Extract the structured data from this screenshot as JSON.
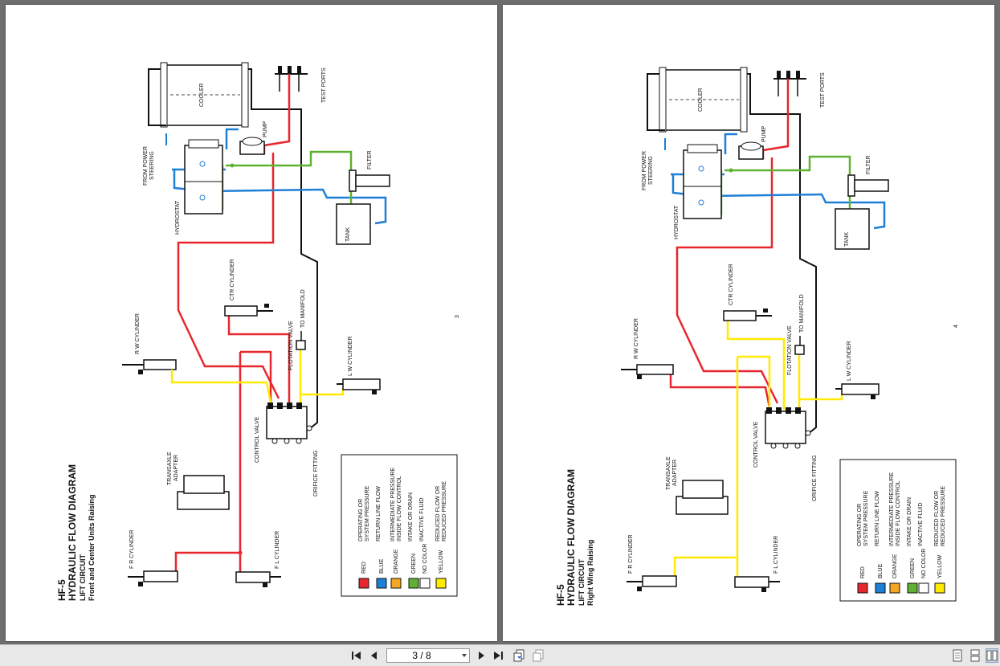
{
  "pages": [
    {
      "number": "3",
      "model": "HF-5",
      "title": "HYDRAULIC FLOW DIAGRAM",
      "circuit": "LIFT CIRCUIT",
      "subtitle": "Front and Center Units Raising"
    },
    {
      "number": "4",
      "model": "HF-5",
      "title": "HYDRAULIC FLOW DIAGRAM",
      "circuit": "LIFT CIRCUIT",
      "subtitle": "Right Wing Raising"
    }
  ],
  "labels": {
    "cooler": "COOLER",
    "test_ports": "TEST PORTS",
    "pump": "PUMP",
    "from_power_steering_1": "FROM POWER",
    "from_power_steering_2": "STEERING",
    "filter": "FILTER",
    "hydrostat": "HYDROSTAT",
    "tank": "TANK",
    "ctr_cylinder": "CTR CYLINDER",
    "rw_cylinder": "R W CYLINDER",
    "flotation_valve": "FLOTATION VALVE",
    "to_manifold": "TO MANIFOLD",
    "lw_cylinder": "L W CYLINDER",
    "control_valve": "CONTROL VALVE",
    "transaxle_1": "TRANSAXLE",
    "transaxle_2": "ADAPTER",
    "orifice_fitting": "ORIFICE FITTING",
    "fr_cylinder": "F R CYLINDER",
    "fl_cylinder": "F L CYLINDER"
  },
  "legend": [
    {
      "color_name": "RED",
      "hex": "#e8262d",
      "desc1": "OPERATING OR",
      "desc2": "SYSTEM PRESSURE"
    },
    {
      "color_name": "BLUE",
      "hex": "#1e7fd6",
      "desc1": "RETURN LINE FLOW",
      "desc2": ""
    },
    {
      "color_name": "ORANGE",
      "hex": "#f5a623",
      "desc1": "INTERMEDIATE PRESSURE",
      "desc2": "INSIDE FLOW CONTROL"
    },
    {
      "color_name": "GREEN",
      "hex": "#5fb132",
      "desc1": "INTAKE OR DRAIN",
      "desc2": ""
    },
    {
      "color_name": "NO COLOR",
      "hex": "#ffffff",
      "desc1": "INACTIVE FLUID",
      "desc2": ""
    },
    {
      "color_name": "YELLOW",
      "hex": "#ffea00",
      "desc1": "REDUCED FLOW OR",
      "desc2": "REDUCED PRESSURE"
    }
  ],
  "toolbar": {
    "page_indicator": "3 / 8",
    "first_icon": "first-page-icon",
    "prev_icon": "prev-page-icon",
    "next_icon": "next-page-icon",
    "last_icon": "last-page-icon"
  }
}
